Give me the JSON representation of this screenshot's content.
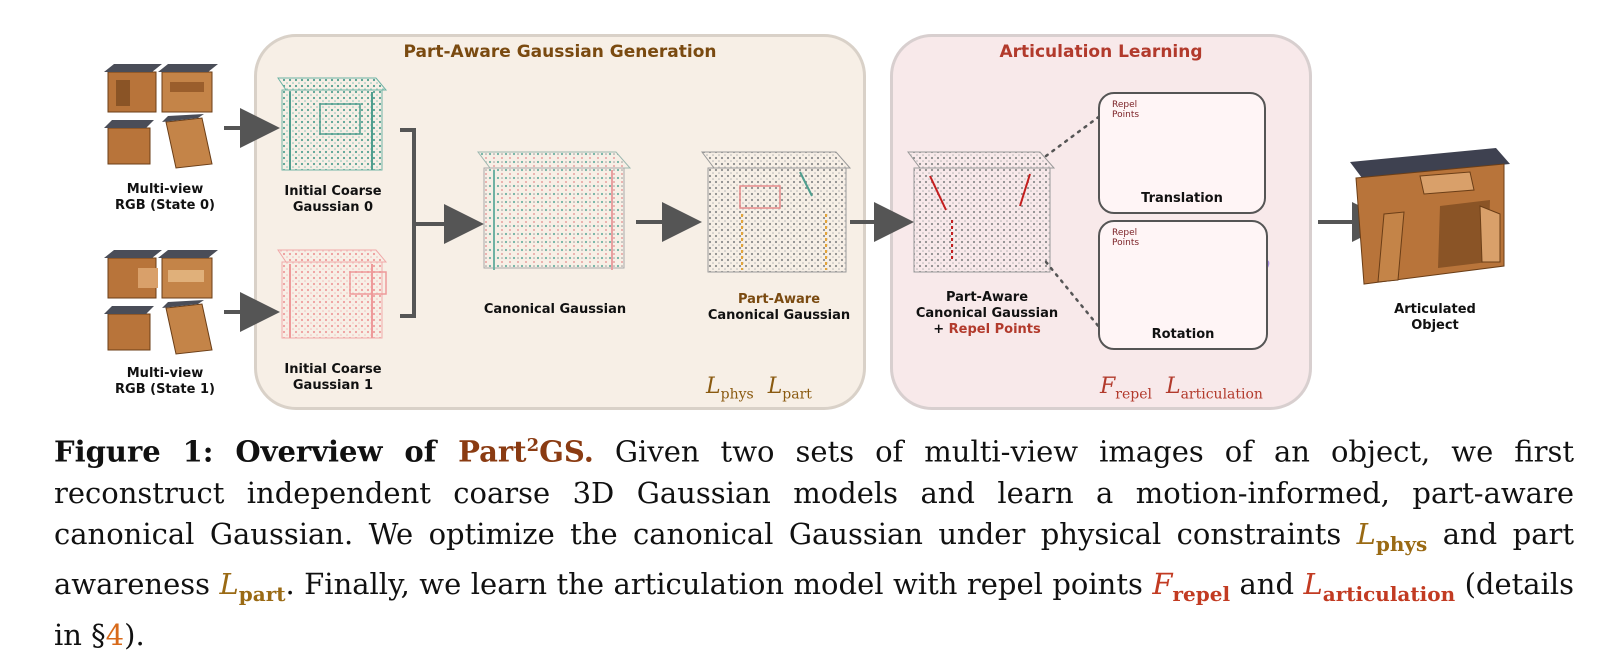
{
  "panels": {
    "generation_title": "Part-Aware Gaussian Generation",
    "articulation_title": "Articulation Learning"
  },
  "labels": {
    "input0": [
      "Multi-view",
      "RGB (State 0)"
    ],
    "input1": [
      "Multi-view",
      "RGB (State 1)"
    ],
    "coarse0": [
      "Initial Coarse",
      "Gaussian 0"
    ],
    "coarse1": [
      "Initial Coarse",
      "Gaussian 1"
    ],
    "canonical": "Canonical Gaussian",
    "part_aware": [
      "Part-Aware",
      "Canonical Gaussian"
    ],
    "repel": [
      "Part-Aware",
      "Canonical Gaussian"
    ],
    "repel_plus": "+ ",
    "repel_points": "Repel Points",
    "translation": "Translation",
    "rotation": "Rotation",
    "repel_small_1": "Repel",
    "repel_small_2": "Points",
    "output": [
      "Articulated",
      "Object"
    ]
  },
  "losses": {
    "gen_phys": "L",
    "gen_phys_sub": "phys",
    "gen_part": "L",
    "gen_part_sub": "part",
    "art_repel": "F",
    "art_repel_sub": "repel",
    "art_artic": "L",
    "art_artic_sub": "articulation"
  },
  "caption": {
    "fig_prefix": "Figure 1: Overview of ",
    "brand": "Part",
    "brand_sup": "2",
    "brand_end": "GS.",
    "p1": " Given two sets of multi-view images of an object, we first reconstruct independent coarse 3D Gaussian models and learn a motion-informed, part-aware canonical Gaussian. We optimize the canonical Gaussian under physical constraints ",
    "l_phys": "L",
    "l_phys_sub": "phys",
    "p2": " and part awareness ",
    "l_part": "L",
    "l_part_sub": "part",
    "p3": ". Finally, we learn the articulation model with repel points ",
    "f_repel": "F",
    "f_repel_sub": "repel",
    "p4": " and ",
    "l_art": "L",
    "l_art_sub": "articulation",
    "p5": " (details in §",
    "ref": "4",
    "p6": ")."
  },
  "colors": {
    "gen_title": "#7a4a10",
    "art_title": "#b23a2c",
    "teal": "#5aa89a",
    "pink": "#f0a0a0",
    "wood": "#b8743a",
    "purple": "#a98ce0"
  }
}
